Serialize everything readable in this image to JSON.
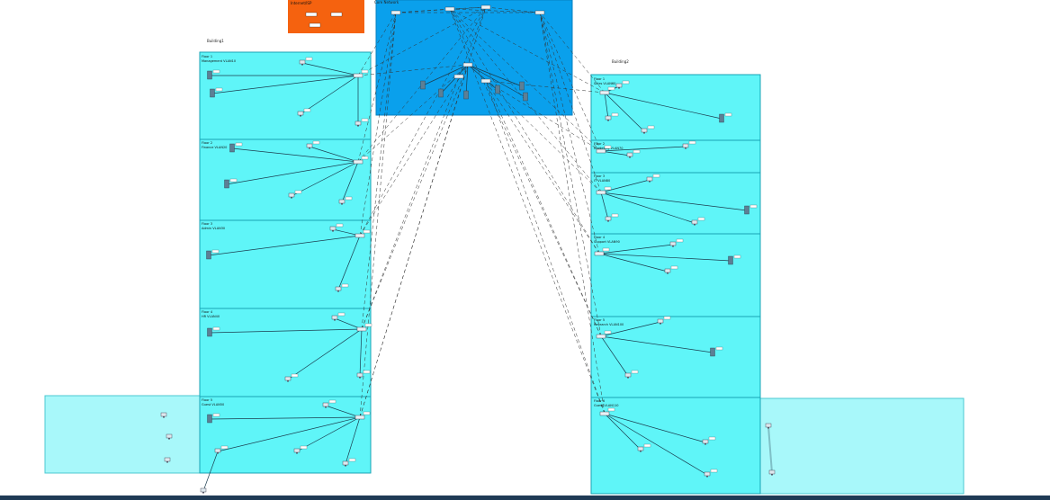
{
  "building_labels": {
    "left": "Building1",
    "right": "Building2"
  },
  "core_zone_label": "Core Network",
  "isp_zone_label": "Internet/ISP",
  "left_floors": [
    {
      "title": "Floor 1",
      "net": "Management VLAN10"
    },
    {
      "title": "Floor 2",
      "net": "Finance VLAN20"
    },
    {
      "title": "Floor 3",
      "net": "Admin VLAN30"
    },
    {
      "title": "Floor 4",
      "net": "HR VLAN40"
    },
    {
      "title": "Floor 5",
      "net": "Guest VLAN50"
    }
  ],
  "right_floors": [
    {
      "title": "Floor 1",
      "net": "Sales VLAN60"
    },
    {
      "title": "Floor 2",
      "net": "Marketing VLAN70"
    },
    {
      "title": "Floor 3",
      "net": "IT VLAN80"
    },
    {
      "title": "Floor 4",
      "net": "Support VLAN90"
    },
    {
      "title": "Floor 5",
      "net": "Research VLAN100"
    },
    {
      "title": "Floor 6",
      "net": "Guest VLAN110"
    }
  ],
  "colors": {
    "floor_fill": "#5ff5f8",
    "floor_border": "#1aa3b5",
    "core_fill": "#0aa0ec",
    "isp_fill": "#f5620f",
    "wing_fill": "#a8f8fa",
    "link": "#1b3d4f",
    "dashed_link": "#333333"
  }
}
